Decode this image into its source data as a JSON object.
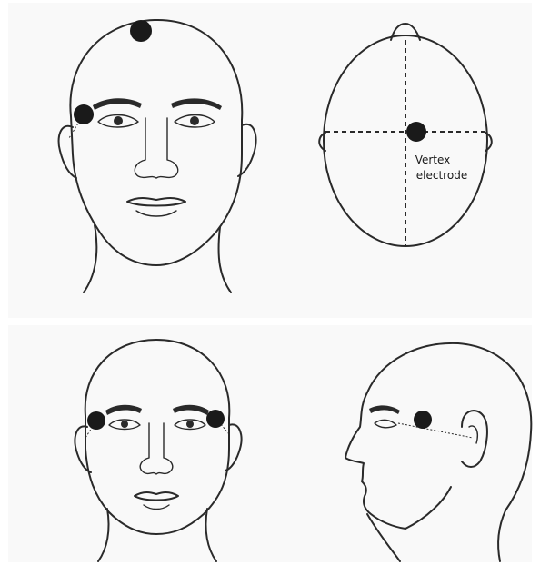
{
  "figure": {
    "panels": [
      {
        "id": "front-view-top",
        "view": "front"
      },
      {
        "id": "top-view",
        "view": "top"
      },
      {
        "id": "front-view-bottom",
        "view": "front"
      },
      {
        "id": "side-view",
        "view": "profile"
      }
    ],
    "labels": {
      "vertex_line1": "Vertex",
      "vertex_line2": "electrode"
    },
    "colors": {
      "electrode": "#1a1a1a",
      "line_art": "#2a2a2a",
      "panel_background": "#f9f9f9"
    }
  }
}
